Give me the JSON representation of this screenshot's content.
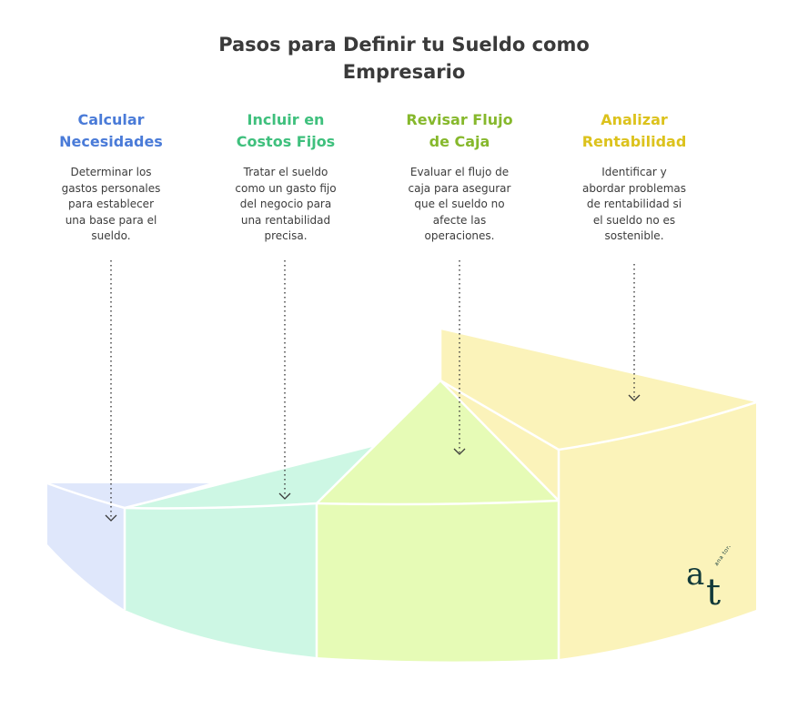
{
  "title": {
    "line1": "Pasos para Definir tu Sueldo como",
    "line2": "Empresario"
  },
  "steps": [
    {
      "heading": [
        "Calcular",
        "Necesidades"
      ],
      "desc": [
        "Determinar los",
        "gastos personales",
        "para establecer",
        "una base para el",
        "sueldo."
      ],
      "color": "#4a7bd8",
      "fill": "#dfe7fb"
    },
    {
      "heading": [
        "Incluir en",
        "Costos Fijos"
      ],
      "desc": [
        "Tratar el sueldo",
        "como un gasto fijo",
        "del negocio para",
        "una rentabilidad",
        "precisa."
      ],
      "color": "#3fc07d",
      "fill": "#cdf7e4"
    },
    {
      "heading": [
        "Revisar Flujo",
        "de Caja"
      ],
      "desc": [
        "Evaluar el flujo de",
        "caja para asegurar",
        "que el sueldo no",
        "afecte las",
        "operaciones."
      ],
      "color": "#86b82c",
      "fill": "#e6fbb6"
    },
    {
      "heading": [
        "Analizar",
        "Rentabilidad"
      ],
      "desc": [
        "Identificar y",
        "abordar problemas",
        "de rentabilidad si",
        "el sueldo no es",
        "sostenible."
      ],
      "color": "#dcc21c",
      "fill": "#fbf3ba"
    }
  ],
  "logo": {
    "mark": "at",
    "text": "ana torres"
  }
}
